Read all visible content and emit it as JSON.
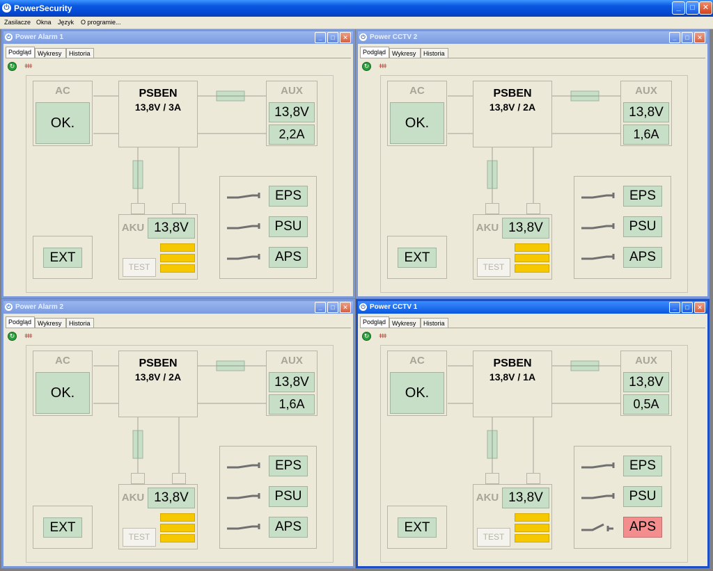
{
  "app": {
    "title": "PowerSecurity",
    "menu": [
      "Zasilacze",
      "Okna",
      "Język",
      "O programie..."
    ]
  },
  "common": {
    "tabs": [
      "Podgląd",
      "Wykresy",
      "Historia"
    ],
    "ac_label": "AC",
    "aux_label": "AUX",
    "aku_label": "AKU",
    "ext_label": "EXT",
    "test_label": "TEST",
    "psb_name": "PSBEN",
    "status_labels": [
      "EPS",
      "PSU",
      "APS"
    ]
  },
  "colors": {
    "lcd_green": "#c7dfc7",
    "alarm_red": "#f48e8e",
    "battery_yellow": "#f6c800",
    "title_blue": "#0a56de"
  },
  "windows": [
    {
      "title": "Power Alarm 1",
      "active": false,
      "model": "13,8V / 3A",
      "ac": "OK.",
      "aux_voltage": "13,8V",
      "aux_current": "2,2A",
      "aku_voltage": "13,8V",
      "eps": "normal",
      "psu": "normal",
      "aps": "normal"
    },
    {
      "title": "Power CCTV 2",
      "active": false,
      "model": "13,8V / 2A",
      "ac": "OK.",
      "aux_voltage": "13,8V",
      "aux_current": "1,6A",
      "aku_voltage": "13,8V",
      "eps": "normal",
      "psu": "normal",
      "aps": "normal"
    },
    {
      "title": "Power Alarm 2",
      "active": false,
      "model": "13,8V / 2A",
      "ac": "OK.",
      "aux_voltage": "13,8V",
      "aux_current": "1,6A",
      "aku_voltage": "13,8V",
      "eps": "normal",
      "psu": "normal",
      "aps": "normal"
    },
    {
      "title": "Power CCTV 1",
      "active": true,
      "model": "13,8V / 1A",
      "ac": "OK.",
      "aux_voltage": "13,8V",
      "aux_current": "0,5A",
      "aku_voltage": "13,8V",
      "eps": "normal",
      "psu": "normal",
      "aps": "alarm"
    }
  ]
}
